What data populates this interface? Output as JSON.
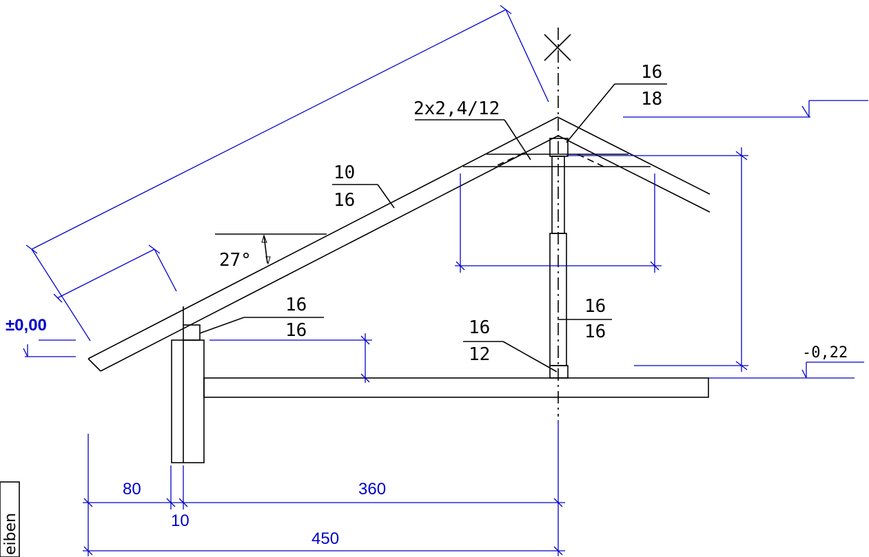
{
  "labels": {
    "ridge_purlin": {
      "top": "16",
      "bottom": "18"
    },
    "collar_tie": "2x2,4/12",
    "rafter": {
      "top": "10",
      "bottom": "16"
    },
    "pitch": "27°",
    "wall_plate": {
      "top": "16",
      "bottom": "16"
    },
    "post": {
      "top": "16",
      "bottom": "16"
    },
    "sill": {
      "top": "16",
      "bottom": "12"
    }
  },
  "levels": {
    "zero": "±0,00",
    "floor": "-0,22"
  },
  "dimensions": {
    "overhang": "80",
    "wall_gap": "10",
    "span": "360",
    "total": "450"
  },
  "side_label": "eiben",
  "colors": {
    "construction": "#000000",
    "dimension": "#0000cc"
  }
}
